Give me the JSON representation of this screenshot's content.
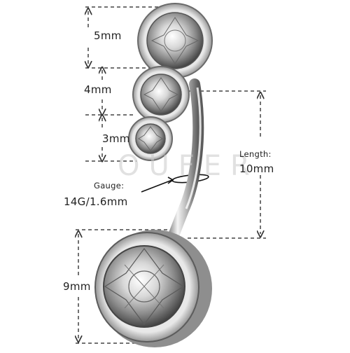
{
  "watermark": "OUFER",
  "dimensions": {
    "top_gem": "5mm",
    "middle_gem": "4mm",
    "small_gem": "3mm",
    "bottom_gem": "9mm",
    "length_label": "Length:",
    "length_value": "10mm",
    "gauge_label": "Gauge:",
    "gauge_value": "14G/1.6mm"
  }
}
